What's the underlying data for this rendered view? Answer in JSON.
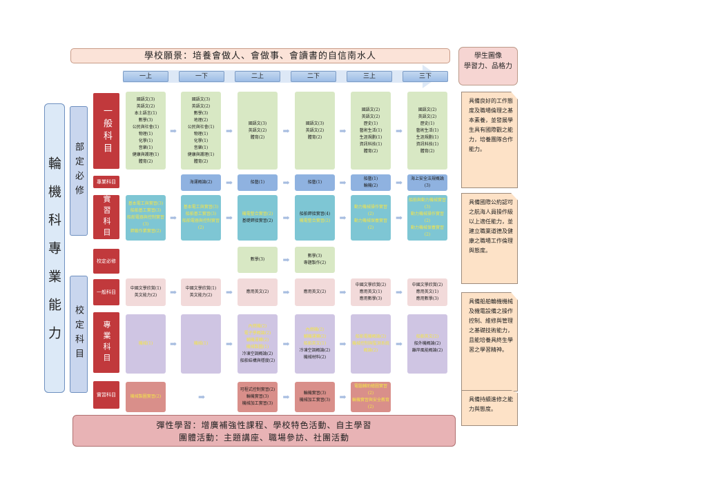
{
  "vision": "學校願景：培養會做人、會做事、會讀書的自信南水人",
  "profile": "學生圖像\n學習力、品格力",
  "semesters": [
    "一上",
    "一下",
    "二上",
    "二下",
    "三上",
    "三下"
  ],
  "major": "輪機科專業能力",
  "groups": {
    "required": "部定必修",
    "school": "校定科目"
  },
  "categories": {
    "general": "一般科目",
    "specialized": "專業科目",
    "practice": "實習科目",
    "school_required": "校定必修",
    "school_general": "一般科目",
    "school_specialized": "專業科目",
    "school_practice": "實習科目"
  },
  "general": [
    [
      "國語文(3)",
      "英語文(2)",
      "本土語言(1)",
      "數學(3)",
      "公民與社會(1)",
      "物理(1)",
      "化學(1)",
      "音樂(1)",
      "健康與護理(1)",
      "體育(2)"
    ],
    [
      "國語文(3)",
      "英語文(2)",
      "數學(3)",
      "地理(2)",
      "公民與社會(1)",
      "物理(1)",
      "化學(1)",
      "音樂(1)",
      "健康與護理(1)",
      "體育(2)"
    ],
    [
      "國語文(3)",
      "英語文(2)",
      "體育(2)"
    ],
    [
      "國語文(3)",
      "英語文(2)",
      "體育(2)"
    ],
    [
      "國語文(2)",
      "英語文(2)",
      "歷史(1)",
      "藝術生活(1)",
      "生涯規劃(1)",
      "資訊科技(1)",
      "體育(2)"
    ],
    [
      "國語文(2)",
      "英語文(2)",
      "歷史(1)",
      "藝術生活(1)",
      "生涯規劃(1)",
      "資訊科技(1)",
      "體育(2)"
    ]
  ],
  "specialized": [
    [],
    [
      "海運概論(2)"
    ],
    [
      "船藝(1)"
    ],
    [
      "船藝(1)"
    ],
    [
      "船藝(1)",
      "輪機(2)"
    ],
    [
      "海上安全法規概論(3)"
    ]
  ],
  "practice": [
    [
      "基本電工與實習(3)",
      "船舶基工實習(3)",
      "船舶電器與控制實習(3)",
      "銲鍛作業實習(2)"
    ],
    [
      "基本電工與實習(3)",
      "船舶基工實習(3)",
      "船舶電器與控制實習(2)"
    ],
    [
      "機電整合實習(2)",
      "基礎銲接實習(2)"
    ],
    [
      "船舶銲接實習(4)",
      "機電整合實習(2)"
    ],
    [
      "動力機械操作實習(2)",
      "動力機械保養實習(2)"
    ],
    [
      "船舶與動力機械實習(3)",
      "動力機械操作實習(2)",
      "動力機械保養實習(2)"
    ]
  ],
  "school_required": [
    [],
    [],
    [
      "數學(3)"
    ],
    [
      "數學(3)",
      "專題製作(2)"
    ],
    [],
    []
  ],
  "school_general": [
    [
      "中國文學欣賞(1)",
      "英文能力(2)"
    ],
    [
      "中國文學欣賞(1)",
      "英文能力(2)"
    ],
    [
      "應用英文(2)"
    ],
    [
      "應用英文(2)"
    ],
    [
      "中國文學欣賞(2)",
      "應用英文(1)",
      "應用數學(3)"
    ],
    [
      "中國文學欣賞(2)",
      "應用英文(1)",
      "應用數學(3)"
    ]
  ],
  "school_specialized": [
    [
      "機械(1)"
    ],
    [
      "機械(1)"
    ],
    [
      "內燃機(2)",
      "電子學概論(2)",
      "輔機運轉(2)",
      "機械製圖(1)",
      "冷凍空調概論(2)",
      "船舶結構與穩度(2)"
    ],
    [
      "內燃機(2)",
      "輔機運轉(2)",
      "船舶英文(1)",
      "冷凍空調概論(2)",
      "機械材料(2)"
    ],
    [
      "船舶電機概論(2)",
      "機械控制與監測系統概論(2)"
    ],
    [
      "船舶英文(2)",
      "船外機概論(2)",
      "離岸風能概論(2)"
    ]
  ],
  "school_practice": [
    [
      "機械製圖實習(2)"
    ],
    [],
    [
      "可程式控制實習(2)",
      "輪機實習(3)",
      "機械加工實習(3)"
    ],
    [
      "輪機實習(3)",
      "機械加工實習(3)"
    ],
    [
      "電腦輔助繪圖實習(2)",
      "輪機實習與安全教育(2)"
    ],
    []
  ],
  "goals": [
    "具備良好的工作態度及職場倫理之基本素養，並發展學生具有國際觀之能力，培養團隊合作能力。",
    "具備國際公約認可之航海人員操作級以上適任能力，並建立職業道德及健康之職場工作倫理與態度。",
    "具備船舶輪機機械及機電設備之操作控制、維修與管理之基礎技術能力，且能培養具終生學習之學習精神。",
    "具備持續進修之能力與態度。"
  ],
  "flexible": [
    "彈性學習：增廣補強性課程、學校特色活動、自主學習",
    "團體活動：主題講座、職場參訪、社團活動"
  ],
  "colors": {
    "category": "#c1393c",
    "general": "#d8e8c4",
    "specialized": "#8fb2e0",
    "practice": "#7ec6d4",
    "school_general": "#f2dada",
    "school_specialized": "#cfc5e3",
    "school_practice": "#d98f8a",
    "highlight": "#f3e44a"
  }
}
